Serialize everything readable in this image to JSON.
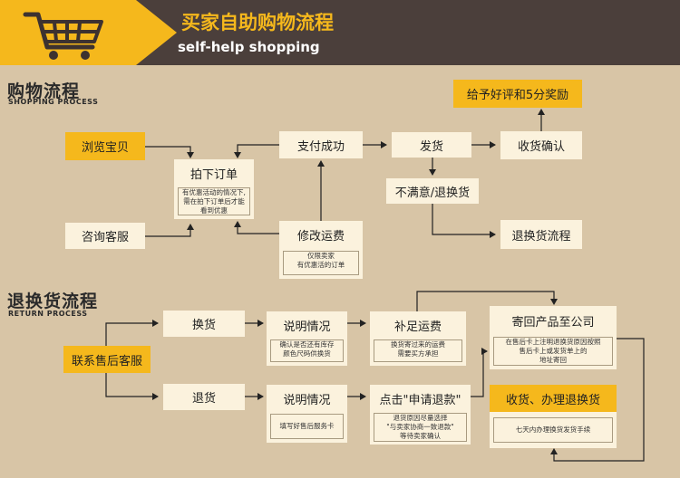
{
  "header": {
    "title": "买家自助购物流程",
    "subtitle": "self-help shopping"
  },
  "shopping": {
    "title": "购物流程",
    "subtitle": "SHOPPING PROCESS",
    "browse": "浏览宝贝",
    "place_order": "拍下订单",
    "place_order_note": "有优惠活动的情况下,\n需在拍下订单后才能\n看到优惠",
    "consult": "咨询客服",
    "pay": "支付成功",
    "modify_shipping": "修改运费",
    "modify_note": "仅限卖家\n有优惠活的订单",
    "ship": "发货",
    "receive": "收货确认",
    "rate": "给予好评和5分奖励",
    "unsatisfied": "不满意/退换货",
    "return_flow": "退换货流程"
  },
  "returns": {
    "title": "退换货流程",
    "subtitle": "RETURN PROCESS",
    "contact": "联系售后客服",
    "exchange": "换货",
    "refund": "退货",
    "explain1": "说明情况",
    "explain1_note": "确认是否还有库存\n颜色尺码供换货",
    "explain2": "说明情况",
    "explain2_note": "填写好售后服务卡",
    "pay_extra": "补足运费",
    "pay_extra_note": "换货寄过来的运费\n需要买方承担",
    "apply_refund": "点击\"申请退款\"",
    "apply_refund_note": "退货原因尽量选择\n\"与卖家协商一致退款\"\n等待卖家确认",
    "send_back": "寄回产品至公司",
    "send_back_note": "在售后卡上注明退换货原因按照\n售后卡上或发货单上的\n地址寄回",
    "receive_process": "收货、办理退换货",
    "receive_note": "七天内办理换货发货手续"
  },
  "colors": {
    "background": "#d8c5a6",
    "header_dark": "#4b3f3b",
    "accent_yellow": "#f5b81c",
    "box_fill": "#fbf2dd"
  }
}
